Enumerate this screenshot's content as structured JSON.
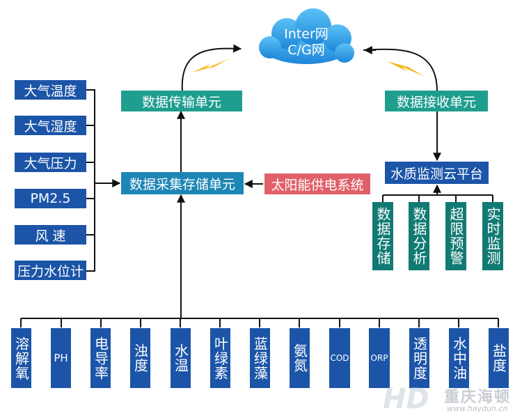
{
  "cloud": {
    "line1": "Inter网",
    "line2": "C/G网"
  },
  "units": {
    "transmit": "数据传输单元",
    "receive": "数据接收单元",
    "collect": "数据采集存储单元",
    "solar": "太阳能供电系统",
    "platform": "水质监测云平台"
  },
  "weather_sensors": [
    "大气温度",
    "大气湿度",
    "大气压力",
    "PM2.5",
    "风 速",
    "压力水位计"
  ],
  "platform_functions": [
    "数据存储",
    "数据分析",
    "超限预警",
    "实时监测"
  ],
  "water_sensors": [
    "溶解氧",
    "PH",
    "电导率",
    "浊度",
    "水温",
    "叶绿素",
    "蓝绿藻",
    "氨氮",
    "COD",
    "ORP",
    "透明度",
    "水中油",
    "盐度"
  ],
  "watermark": {
    "logo": "HD",
    "name": "重庆海顿",
    "url": "www.haydun.cn"
  },
  "colors": {
    "sensor_blue": "#1c55a8",
    "unit_teal": "#1f9e8f",
    "function_green": "#117a73",
    "solar_red": "#e0606a",
    "collect_blue": "#1e86b5",
    "cloud": "#2fa0ec",
    "lightning": "#f5b91d"
  }
}
